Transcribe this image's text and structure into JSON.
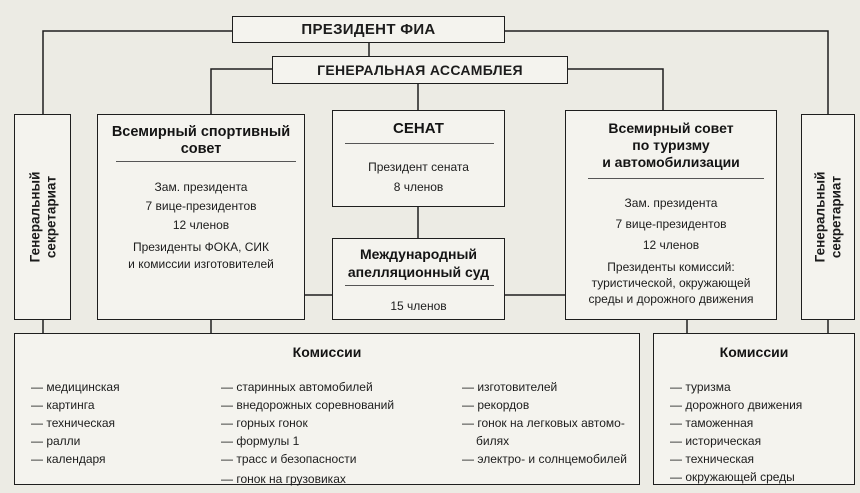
{
  "president": "ПРЕЗИДЕНТ ФИА",
  "assembly": "ГЕНЕРАЛЬНАЯ АССАМБЛЕЯ",
  "secretariat": {
    "line1": "Генеральный",
    "line2": "секретариат"
  },
  "sport_council": {
    "title_line1": "Всемирный спортивный",
    "title_line2": "совет",
    "deputy": "Зам. президента",
    "vice": "7 вице-президентов",
    "members": "12 членов",
    "presidents_line1": "Президенты ФОКА, СИК",
    "presidents_line2": "и комиссии изготовителей"
  },
  "senate": {
    "title": "СЕНАТ",
    "president": "Президент сената",
    "members": "8 членов"
  },
  "court": {
    "title_line1": "Международный",
    "title_line2": "апелляционный суд",
    "members": "15 членов"
  },
  "tourism_council": {
    "title_line1": "Всемирный совет",
    "title_line2": "по туризму",
    "title_line3": "и автомобилизации",
    "deputy": "Зам. президента",
    "vice": "7 вице-президентов",
    "members": "12 членов",
    "presidents_line1": "Президенты    комиссий:",
    "presidents_line2": "туристической, окружающей",
    "presidents_line3": "среды и дорожного движения"
  },
  "commissions_left": {
    "title": "Комиссии",
    "col1": [
      "— медицинская",
      "— картинга",
      "— техническая",
      "— ралли",
      "— календаря"
    ],
    "col2": [
      "— старинных автомобилей",
      "— внедорожных соревнований",
      "— горных гонок",
      "— формулы 1",
      "— трасс и безопасности",
      "— гонок на грузовиках"
    ],
    "col3": [
      "— изготовителей",
      "— рекордов",
      "— гонок на легковых автомо-",
      "билях",
      "— электро- и солнцемобилей"
    ]
  },
  "commissions_right": {
    "title": "Комиссии",
    "items": [
      "— туризма",
      "— дорожного движения",
      "— таможенная",
      "— историческая",
      "— техническая",
      "— окружающей среды"
    ]
  }
}
